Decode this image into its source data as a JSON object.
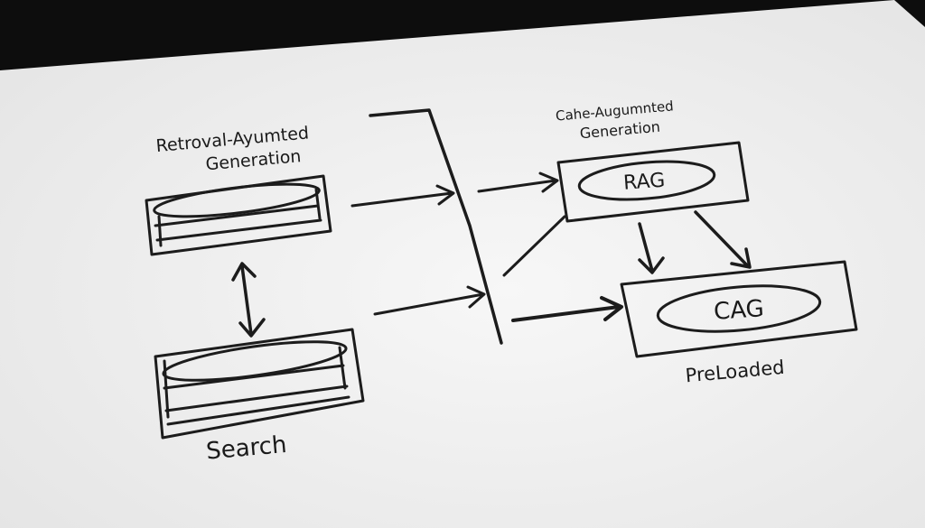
{
  "diagram": {
    "rag_title_line1": "Retroval-Ayumted",
    "rag_title_line2": "Generation",
    "search_label": "Search",
    "cag_title_line1": "Cahe-Augumnted",
    "cag_title_line2": "Generation",
    "rag_node": "RAG",
    "cag_node": "CAG",
    "preloaded_label": "PreLoaded"
  }
}
